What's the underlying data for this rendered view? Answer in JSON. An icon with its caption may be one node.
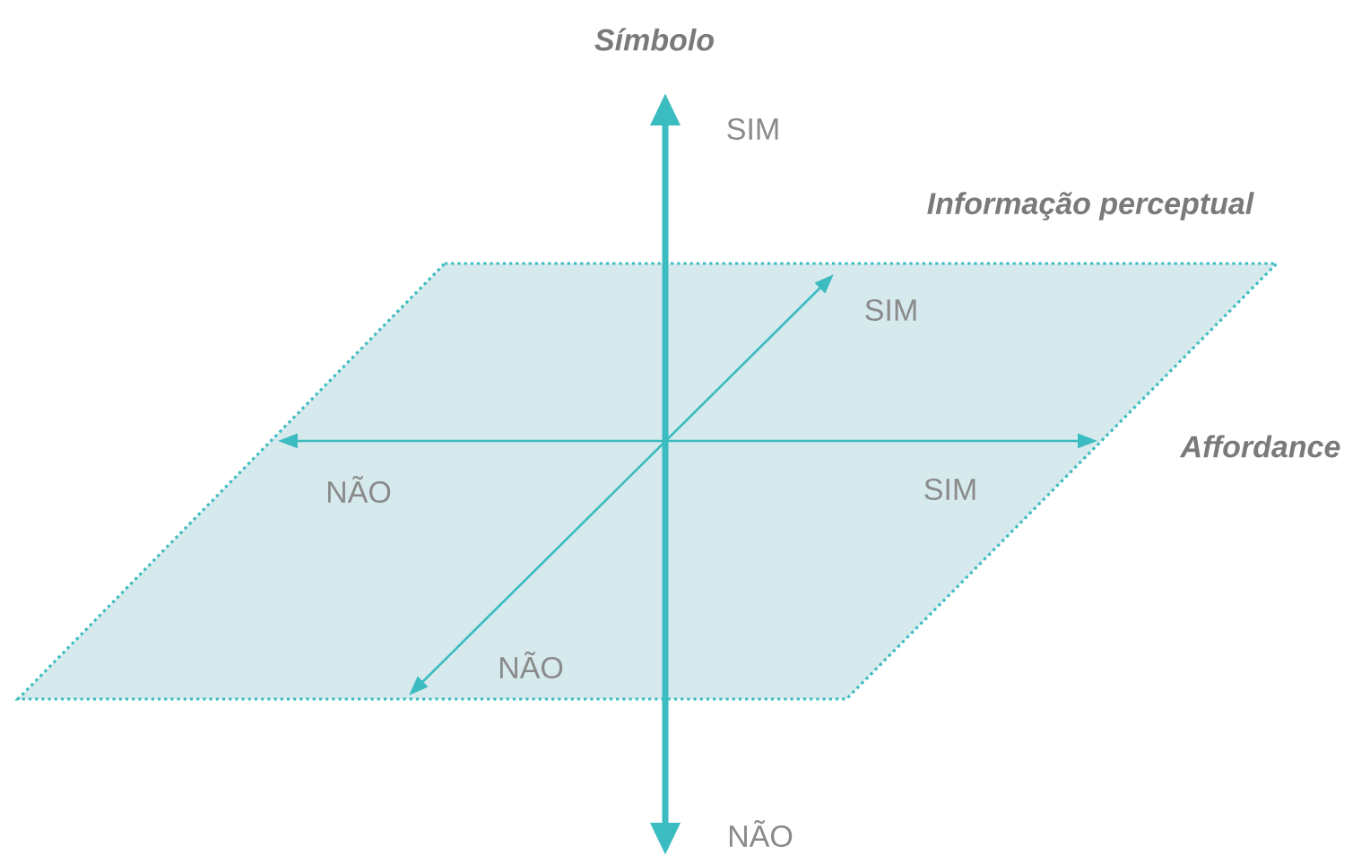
{
  "diagram": {
    "labels": [
      "Símbolo",
      "SIM",
      "Informação perceptual",
      "SIM",
      "Affordance",
      "NÃO",
      "SIM",
      "NÃO",
      "NÃO"
    ]
  }
}
